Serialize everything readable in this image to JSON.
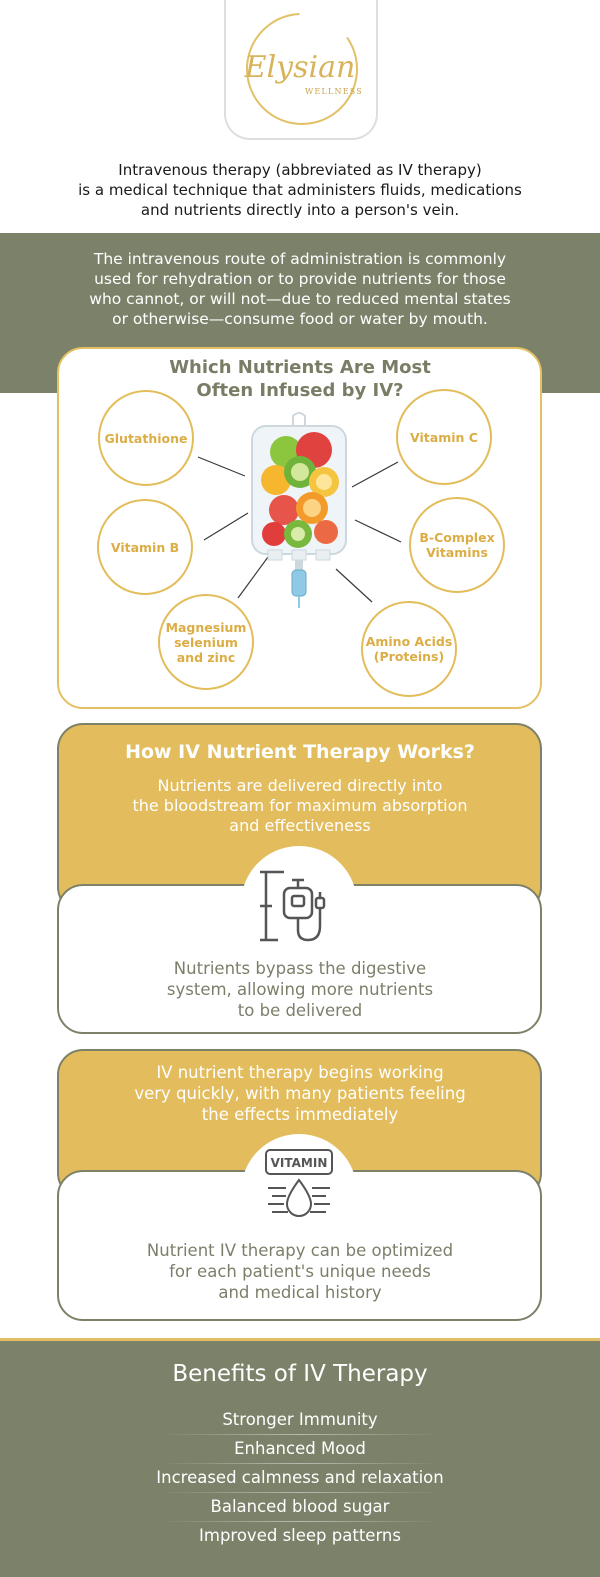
{
  "logo": {
    "script_text": "Elysian",
    "sub_text": "WELLNESS"
  },
  "intro": {
    "line1": "Intravenous therapy (abbreviated as IV therapy)",
    "line2": "is a medical technique that administers fluids, medications",
    "line3": "and nutrients directly into a person's vein."
  },
  "route": {
    "line1": "The intravenous route of administration is commonly",
    "line2": "used for rehydration or to provide nutrients for those",
    "line3": "who cannot, or will not—due to reduced mental states",
    "line4": "or otherwise—consume food or water by mouth."
  },
  "nutrients": {
    "title_line1": "Which Nutrients Are Most",
    "title_line2": "Often Infused by IV?",
    "glutathione": "Glutathione",
    "vitamin_c": "Vitamin C",
    "vitamin_b": "Vitamin B",
    "b_complex_1": "B-Complex",
    "b_complex_2": "Vitamins",
    "mag_1": "Magnesium",
    "mag_2": "selenium",
    "mag_3": "and zinc",
    "amino_1": "Amino Acids",
    "amino_2": "(Proteins)"
  },
  "how": {
    "title": "How IV Nutrient Therapy Works?",
    "gold1_line1": "Nutrients are delivered directly into",
    "gold1_line2": "the bloodstream for maximum absorption",
    "gold1_line3": "and effectiveness",
    "white1_line1": "Nutrients bypass the digestive",
    "white1_line2": "system, allowing more nutrients",
    "white1_line3": "to be delivered",
    "gold2_line1": "IV nutrient therapy begins working",
    "gold2_line2": "very quickly, with many patients feeling",
    "gold2_line3": "the effects immediately",
    "vitamin_icon_label": "VITAMIN",
    "white2_line1": "Nutrient IV therapy can be optimized",
    "white2_line2": "for each patient's unique needs",
    "white2_line3": "and medical history"
  },
  "benefits": {
    "title": "Benefits of IV Therapy",
    "items": [
      "Stronger Immunity",
      "Enhanced Mood",
      "Increased calmness and relaxation",
      "Balanced blood sugar",
      "Improved sleep patterns"
    ]
  },
  "colors": {
    "olive": "#7c826a",
    "gold": "#e3bd5d",
    "gold_text": "#dcad45",
    "grey_text": "#7b7f69"
  },
  "icons": [
    "iv-bag-fruit-icon",
    "iv-drip-stand-icon",
    "vitamin-drop-icon"
  ]
}
